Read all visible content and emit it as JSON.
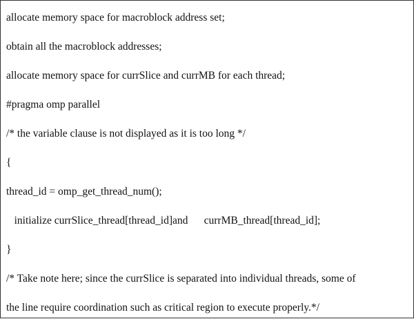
{
  "code_block": {
    "lines": [
      "allocate memory space for macroblock address set;",
      "obtain all the macroblock addresses;",
      "allocate memory space for currSlice and currMB for each thread;",
      "#pragma omp parallel",
      "/* the variable clause is not displayed as it is too long */",
      "{",
      "thread_id = omp_get_thread_num();",
      "   initialize currSlice_thread[thread_id]and      currMB_thread[thread_id];",
      "}",
      "/* Take note here; since the currSlice is separated into individual threads, some of",
      "the line require coordination such as critical region to execute properly.*/"
    ]
  }
}
